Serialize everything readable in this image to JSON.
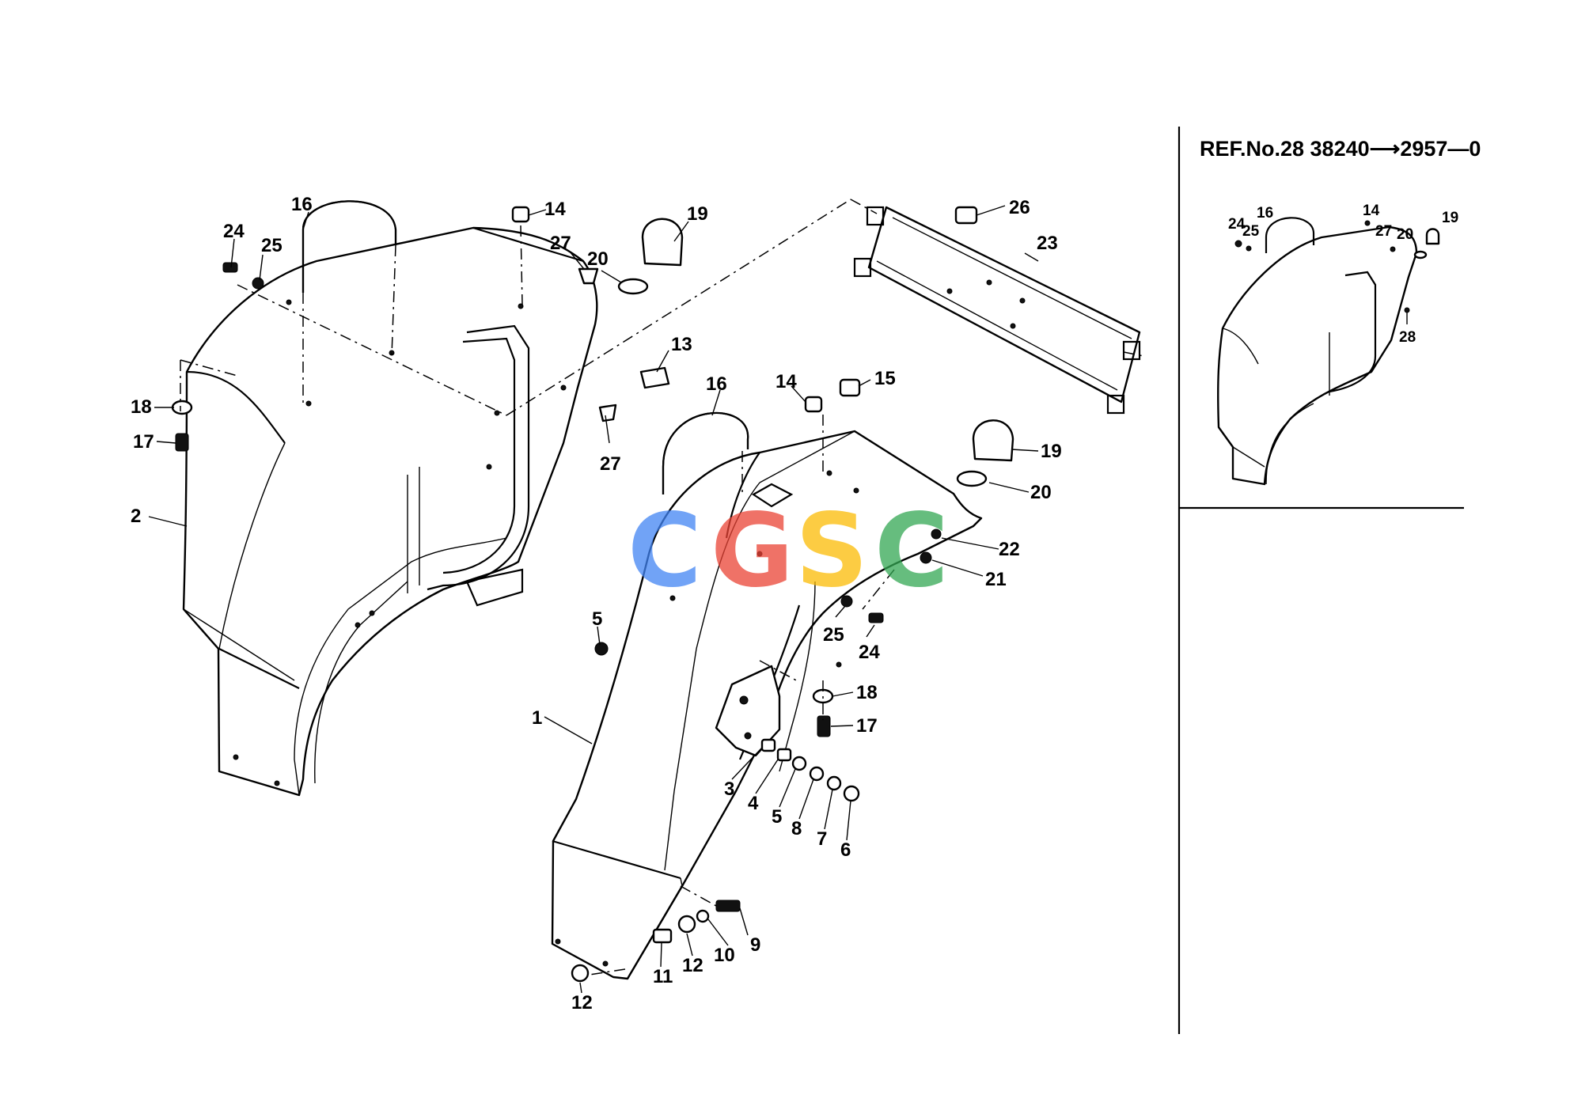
{
  "reference": {
    "text": "REF.No.28  38240⟶2957—0"
  },
  "callouts_main": [
    "1",
    "2",
    "3",
    "4",
    "5",
    "5",
    "6",
    "7",
    "8",
    "9",
    "10",
    "11",
    "12",
    "12",
    "13",
    "14",
    "14",
    "15",
    "16",
    "16",
    "17",
    "17",
    "18",
    "18",
    "19",
    "19",
    "20",
    "20",
    "21",
    "22",
    "23",
    "24",
    "24",
    "25",
    "25",
    "26",
    "27",
    "27"
  ],
  "callouts_inset": [
    "14",
    "16",
    "19",
    "20",
    "24",
    "25",
    "27",
    "28"
  ],
  "watermark": {
    "letters": [
      "C",
      "G",
      "S",
      "C"
    ],
    "colors": [
      "#4285F4",
      "#EA4335",
      "#FBBC05",
      "#34A853"
    ]
  }
}
